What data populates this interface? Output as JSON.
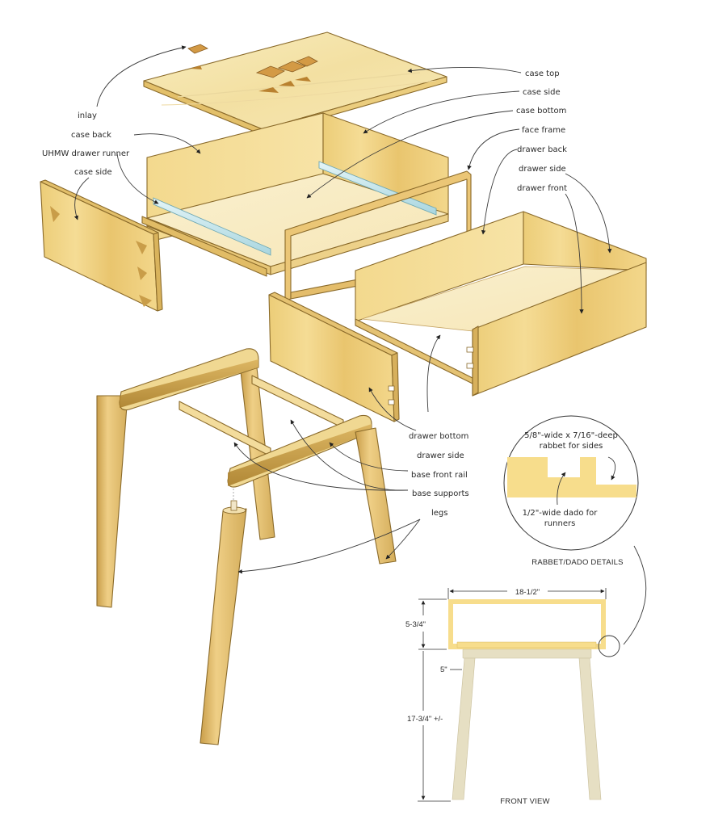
{
  "diagram": {
    "type": "exploded-assembly",
    "subject": "bedside table with drawer",
    "colors": {
      "wood_light": "#f6e7b0",
      "wood_mid": "#f0d488",
      "wood_dark": "#d9b662",
      "wood_edge": "#8a6a2a",
      "inlay": "#d39a45",
      "runner": "#bfe3ea",
      "base_end": "#b88a32",
      "front_view_case": "#f7dd8c",
      "front_view_legs": "#e6dfc3",
      "leader": "#3a3a3a"
    },
    "labels": {
      "inlay": "inlay",
      "case_back": "case back",
      "uhmw_runner": "UHMW drawer runner",
      "case_side_left": "case side",
      "case_top": "case top",
      "case_side_right": "case side",
      "case_bottom": "case bottom",
      "face_frame": "face frame",
      "drawer_back": "drawer back",
      "drawer_side_top": "drawer side",
      "drawer_front": "drawer front",
      "drawer_bottom": "drawer bottom",
      "drawer_side_bottom": "drawer side",
      "base_front_rail": "base front rail",
      "base_supports": "base supports",
      "legs": "legs"
    },
    "detail": {
      "title": "RABBET/DADO DETAILS",
      "rabbet_line1": "5/8\"-wide x 7/16\"-deep",
      "rabbet_line2": "rabbet for sides",
      "dado_line1": "1/2\"-wide dado for",
      "dado_line2": "runners"
    },
    "front_view": {
      "title": "FRONT VIEW",
      "width": "18-1/2\"",
      "case_height": "5-3/4\"",
      "base_rail": "5\"",
      "leg_height": "17-3/4\" +/-"
    }
  }
}
